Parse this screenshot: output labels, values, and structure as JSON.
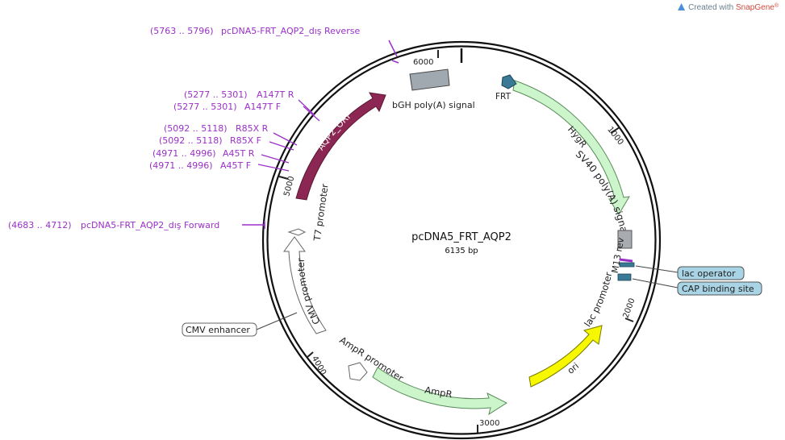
{
  "credit": {
    "prefix": "Created with ",
    "brand": "SnapGene",
    "mark": "®"
  },
  "plasmid": {
    "name": "pcDNA5_FRT_AQP2",
    "size": "6135 bp"
  },
  "ticks": [
    "1000",
    "2000",
    "3000",
    "4000",
    "5000",
    "6000"
  ],
  "features": {
    "hygr": "HygR",
    "sv40": "SV40 poly(A) signal",
    "frt": "FRT",
    "bgh": "bGH poly(A) signal",
    "aqp2": "AQP2_ORF",
    "t7": "T7 promoter",
    "cmv_promoter": "CMV promoter",
    "cmv_enhancer": "CMV enhancer",
    "ampr_promoter": "AmpR promoter",
    "ampr": "AmpR",
    "ori": "ori",
    "lac_promoter": "lac promoter",
    "m13": "M13 rev",
    "lac_operator": "lac operator",
    "cap": "CAP binding site"
  },
  "primers": [
    {
      "range": "(5763 .. 5796)",
      "name": "pcDNA5-FRT_AQP2_dış Reverse"
    },
    {
      "range": "(5277 .. 5301)",
      "name": "A147T R"
    },
    {
      "range": "(5277 .. 5301)",
      "name": "A147T F"
    },
    {
      "range": "(5092 .. 5118)",
      "name": "R85X R"
    },
    {
      "range": "(5092 .. 5118)",
      "name": "R85X F"
    },
    {
      "range": "(4971 .. 4996)",
      "name": "A45T R"
    },
    {
      "range": "(4971 .. 4996)",
      "name": "A45T F"
    },
    {
      "range": "(4683 .. 4712)",
      "name": "pcDNA5-FRT_AQP2_dış Forward"
    }
  ],
  "colors": {
    "backbone": "#111111",
    "hygr": "#ccf5cc",
    "ampr": "#ccf5cc",
    "aqp2": "#8c2653",
    "ori": "#f7f700",
    "bgh": "#a0a8b0",
    "frt": "#3a7a96",
    "primer": "#9b30c8",
    "callout_fill": "#a8d4e6"
  }
}
